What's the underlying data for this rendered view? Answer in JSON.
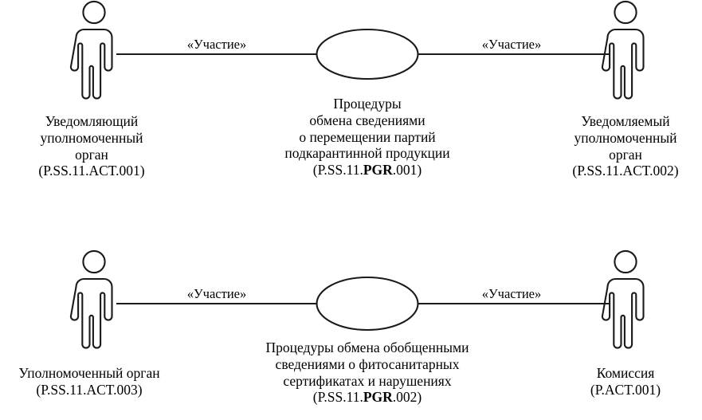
{
  "diagram": {
    "type": "uml-use-case-diagram",
    "title": "",
    "stereotype_label": "«Участие»",
    "colors": {
      "stroke": "#1a1a1a",
      "background": "#ffffff",
      "text": "#000000"
    },
    "groups": [
      {
        "id": "group-top",
        "actors": [
          {
            "id": "actor-notifying-authority",
            "side": "left",
            "label_lines": [
              "Уведомляющий",
              "уполномоченный",
              "орган",
              "(P.SS.11.ACT.001)"
            ],
            "code": "P.SS.11.ACT.001",
            "code_bold_part": ""
          },
          {
            "id": "actor-notified-authority",
            "side": "right",
            "label_lines": [
              "Уведомляемый",
              "уполномоченный",
              "орган",
              "(P.SS.11.ACT.002)"
            ],
            "code": "P.SS.11.ACT.002",
            "code_bold_part": ""
          }
        ],
        "use_case": {
          "id": "usecase-consignment-info-exchange",
          "label_lines": [
            "Процедуры",
            "обмена сведениями",
            "о перемещении партий",
            "подкарантинной продукции"
          ],
          "code_prefix": "(P.SS.11.",
          "code_bold": "PGR",
          "code_suffix": ".001)"
        },
        "associations": [
          {
            "id": "assoc-top-left",
            "label": "«Участие»"
          },
          {
            "id": "assoc-top-right",
            "label": "«Участие»"
          }
        ]
      },
      {
        "id": "group-bottom",
        "actors": [
          {
            "id": "actor-authority",
            "side": "left",
            "label_lines": [
              "Уполномоченный орган",
              "(P.SS.11.ACT.003)"
            ],
            "code": "P.SS.11.ACT.003",
            "code_bold_part": ""
          },
          {
            "id": "actor-commission",
            "side": "right",
            "label_lines": [
              "Комиссия",
              "(P.ACT.001)"
            ],
            "code": "P.ACT.001",
            "code_bold_part": ""
          }
        ],
        "use_case": {
          "id": "usecase-aggregate-info-exchange",
          "label_lines": [
            "Процедуры обмена обобщенными",
            "сведениями о фитосанитарных",
            "сертификатах и нарушениях"
          ],
          "code_prefix": "(P.SS.11.",
          "code_bold": "PGR",
          "code_suffix": ".002)"
        },
        "associations": [
          {
            "id": "assoc-bottom-left",
            "label": "«Участие»"
          },
          {
            "id": "assoc-bottom-right",
            "label": "«Участие»"
          }
        ]
      }
    ]
  },
  "text": {
    "top": {
      "left_actor": {
        "l1": "Уведомляющий",
        "l2": "уполномоченный",
        "l3": "орган",
        "l4": "(P.SS.11.ACT.001)"
      },
      "right_actor": {
        "l1": "Уведомляемый",
        "l2": "уполномоченный",
        "l3": "орган",
        "l4": "(P.SS.11.ACT.002)"
      },
      "usecase": {
        "l1": "Процедуры",
        "l2": "обмена сведениями",
        "l3": "о перемещении партий",
        "l4": "подкарантинной продукции",
        "code_pre": "(P.SS.11.",
        "code_bold": "PGR",
        "code_post": ".001)"
      },
      "assoc_left": "«Участие»",
      "assoc_right": "«Участие»"
    },
    "bottom": {
      "left_actor": {
        "l1": "Уполномоченный орган",
        "l2": "(P.SS.11.ACT.003)"
      },
      "right_actor": {
        "l1": "Комиссия",
        "l2": "(P.ACT.001)"
      },
      "usecase": {
        "l1": "Процедуры обмена обобщенными",
        "l2": "сведениями о фитосанитарных",
        "l3": "сертификатах и нарушениях",
        "code_pre": "(P.SS.11.",
        "code_bold": "PGR",
        "code_post": ".002)"
      },
      "assoc_left": "«Участие»",
      "assoc_right": "«Участие»"
    }
  }
}
